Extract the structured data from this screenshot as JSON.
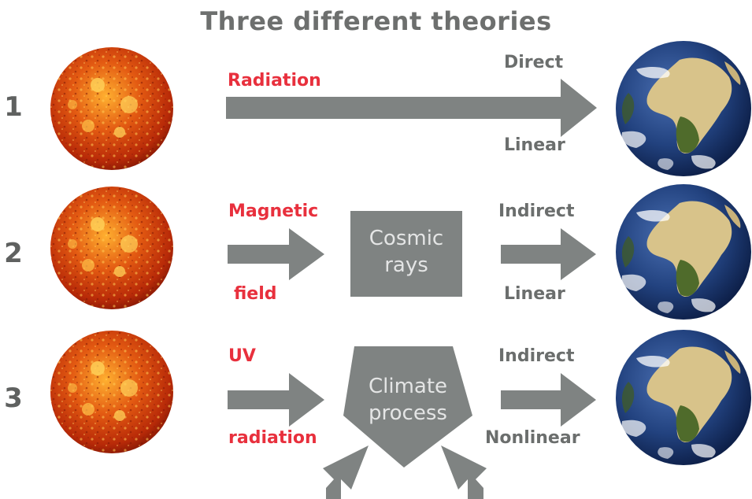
{
  "title": "Three different theories",
  "rows": [
    {
      "number": "1",
      "label_top": "Radiation",
      "label_bottom": "",
      "effect_top": "Direct",
      "effect_bottom": "Linear",
      "intermediate": ""
    },
    {
      "number": "2",
      "label_top": "Magnetic",
      "label_bottom": "field",
      "effect_top": "Indirect",
      "effect_bottom": "Linear",
      "intermediate": [
        "Cosmic",
        "rays"
      ]
    },
    {
      "number": "3",
      "label_top": "UV",
      "label_bottom": "radiation",
      "effect_top": "Indirect",
      "effect_bottom": "Nonlinear",
      "intermediate": [
        "Climate",
        "process"
      ]
    }
  ],
  "icons": {
    "source": "sun-icon",
    "target": "earth-icon"
  },
  "colors": {
    "arrow": "#7f8382",
    "red_label": "#e8303d",
    "gray_label": "#6b6e6d",
    "box_text": "#e4e5e5"
  }
}
